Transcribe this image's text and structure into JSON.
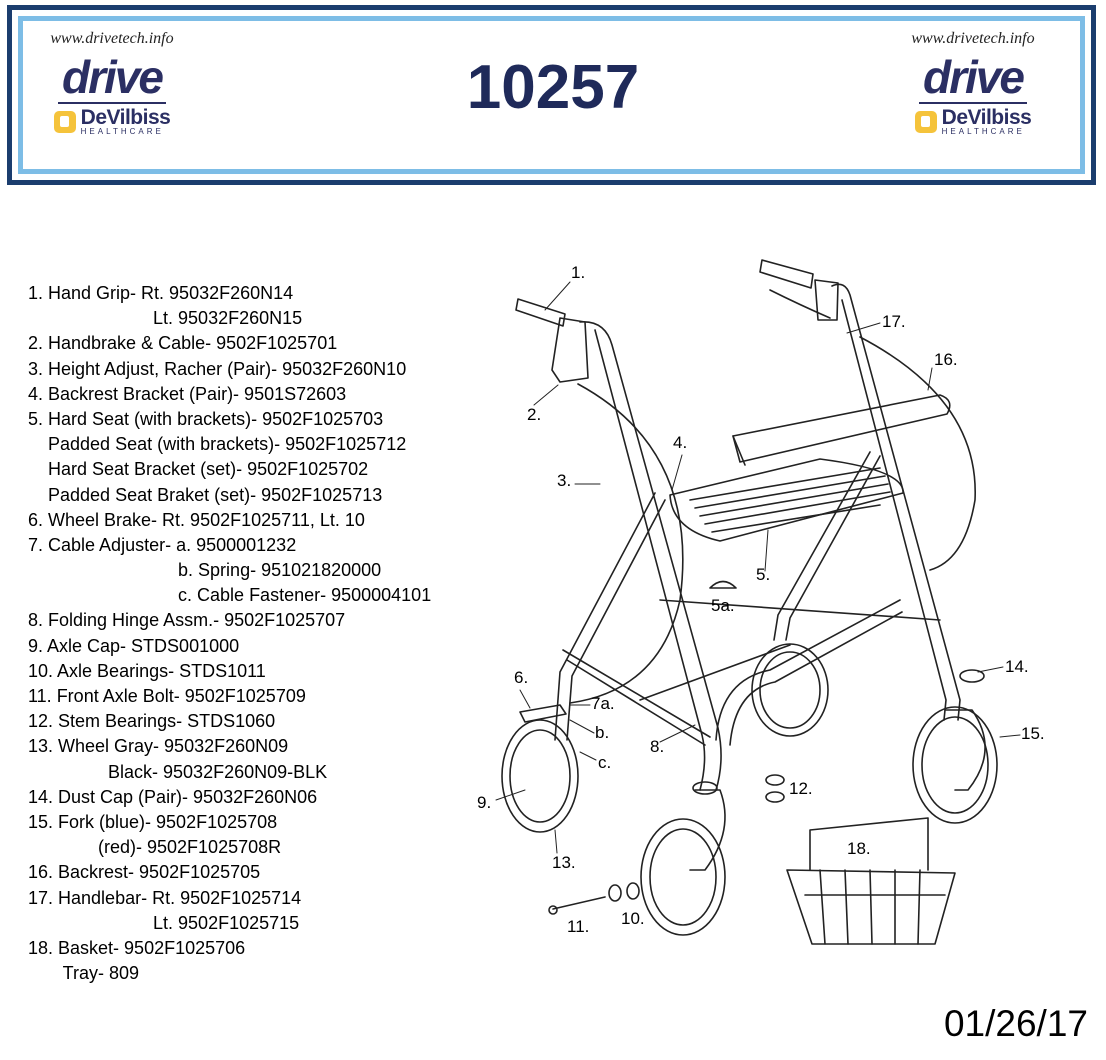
{
  "header": {
    "url": "www.drivetech.info",
    "brand": "drive",
    "sub_brand": "DeVilbiss",
    "sub_brand_tagline": "HEALTHCARE",
    "model_number": "10257",
    "colors": {
      "navy": "#1b3d6e",
      "light_blue": "#7dbde6",
      "brand_yellow": "#f5c33b"
    }
  },
  "parts_list": [
    "1. Hand Grip- Rt. 95032F260N14",
    "                         Lt. 95032F260N15",
    "2. Handbrake & Cable- 9502F1025701",
    "3. Height Adjust, Racher (Pair)- 95032F260N10",
    "4. Backrest Bracket (Pair)- 9501S72603",
    "5. Hard Seat (with brackets)- 9502F1025703",
    "    Padded Seat (with brackets)- 9502F1025712",
    "    Hard Seat Bracket (set)- 9502F1025702",
    "    Padded Seat Braket (set)- 9502F1025713",
    "6. Wheel Brake- Rt. 9502F1025711, Lt. 10",
    "7. Cable Adjuster- a. 9500001232",
    "                              b. Spring- 951021820000",
    "                              c. Cable Fastener- 9500004101",
    "8. Folding Hinge Assm.- 9502F1025707",
    "9. Axle Cap- STDS001000",
    "10. Axle Bearings- STDS1011",
    "11. Front Axle Bolt- 9502F1025709",
    "12. Stem Bearings- STDS1060",
    "13. Wheel Gray- 95032F260N09",
    "                Black- 95032F260N09-BLK",
    "14. Dust Cap (Pair)- 95032F260N06",
    "15. Fork (blue)- 9502F1025708",
    "              (red)- 9502F1025708R",
    "16. Backrest- 9502F1025705",
    "17. Handlebar- Rt. 9502F1025714",
    "                         Lt. 9502F1025715",
    "18. Basket- 9502F1025706",
    "       Tray- 809"
  ],
  "callouts": [
    "1.",
    "17.",
    "16.",
    "2.",
    "4.",
    "3.",
    "5.",
    "5a.",
    "6.",
    "7a.",
    "b.",
    "c.",
    "8.",
    "14.",
    "15.",
    "12.",
    "9.",
    "18.",
    "13.",
    "11.",
    "10."
  ],
  "date": "01/26/17"
}
